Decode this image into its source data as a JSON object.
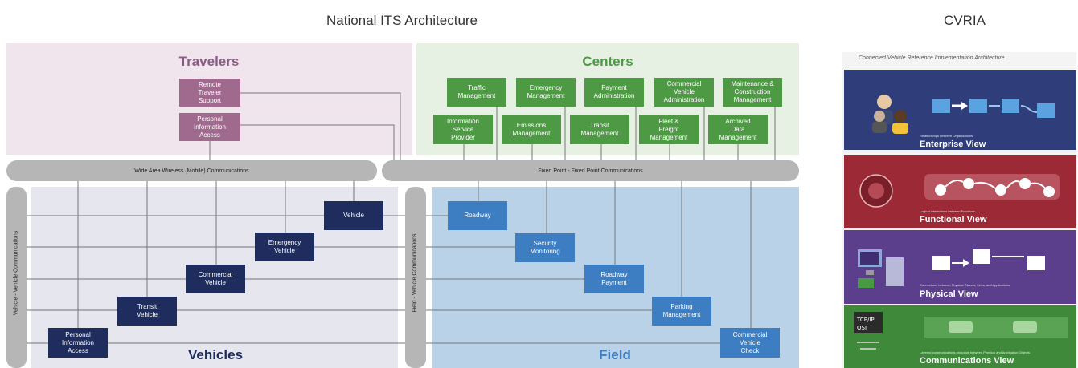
{
  "headers": {
    "left": "National ITS Architecture",
    "right": "CVRIA"
  },
  "regions": {
    "travelers": "Travelers",
    "centers": "Centers",
    "vehicles": "Vehicles",
    "field": "Field"
  },
  "buses": {
    "wide_area": "Wide Area Wireless (Mobile) Communications",
    "fixed_point": "Fixed Point - Fixed Point Communications",
    "v2v": "Vehicle - Vehicle Communications",
    "f2v": "Field - Vehicle Communications"
  },
  "travelers": [
    "Remote\nTraveler\nSupport",
    "Personal\nInformation\nAccess"
  ],
  "centers_top": [
    "Traffic\nManagement",
    "Emergency\nManagement",
    "Payment\nAdministration",
    "Commercial\nVehicle\nAdministration",
    "Maintenance &\nConstruction\nManagement"
  ],
  "centers_bottom": [
    "Information\nService\nProvider",
    "Emissions\nManagement",
    "Transit\nManagement",
    "Fleet &\nFreight\nManagement",
    "Archived\nData\nManagement"
  ],
  "vehicles": [
    "Vehicle",
    "Emergency\nVehicle",
    "Commercial\nVehicle",
    "Transit\nVehicle",
    "Personal\nInformation\nAccess"
  ],
  "field": [
    "Roadway",
    "Security\nMonitoring",
    "Roadway\nPayment",
    "Parking\nManagement",
    "Commercial\nVehicle\nCheck"
  ],
  "cvria": {
    "title": "Connected Vehicle Reference Implementation Architecture",
    "layers": [
      {
        "name": "Enterprise View",
        "caption": "Relationships between Organizations",
        "color": "#2f3d7a"
      },
      {
        "name": "Functional View",
        "caption": "Logical interactions between Functions",
        "color": "#9b2a36"
      },
      {
        "name": "Physical View",
        "caption": "Connections between Physical Objects, Links, and Applications",
        "color": "#5b3f8c"
      },
      {
        "name": "Communications View",
        "caption": "Layered communications protocols between Physical and Application Objects",
        "color": "#3f8a3a"
      }
    ]
  }
}
